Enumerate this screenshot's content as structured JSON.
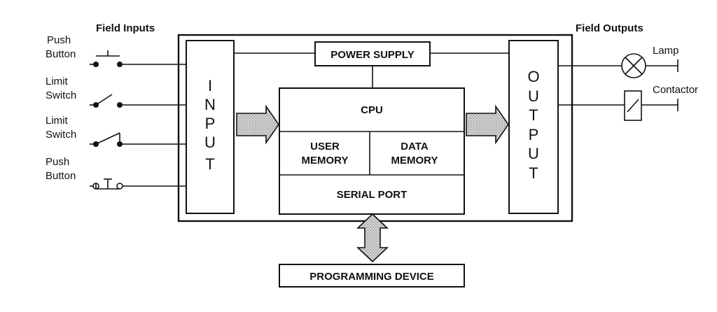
{
  "headers": {
    "field_inputs": "Field Inputs",
    "field_outputs": "Field Outputs"
  },
  "inputs": [
    {
      "line1": "Push",
      "line2": "Button",
      "icon": "push-button-no-icon"
    },
    {
      "line1": "Limit",
      "line2": "Switch",
      "icon": "limit-switch-open-icon"
    },
    {
      "line1": "Limit",
      "line2": "Switch",
      "icon": "limit-switch-closed-icon"
    },
    {
      "line1": "Push",
      "line2": "Button",
      "icon": "push-button-nc-icon"
    }
  ],
  "outputs": [
    {
      "label": "Lamp",
      "icon": "lamp-icon"
    },
    {
      "label": "Contactor",
      "icon": "contactor-coil-icon"
    }
  ],
  "modules": {
    "input_letters": [
      "I",
      "N",
      "P",
      "U",
      "T"
    ],
    "output_letters": [
      "O",
      "U",
      "T",
      "P",
      "U",
      "T"
    ],
    "power_supply": "POWER SUPPLY",
    "cpu": "CPU",
    "user_memory_1": "USER",
    "user_memory_2": "MEMORY",
    "data_memory_1": "DATA",
    "data_memory_2": "MEMORY",
    "serial_port": "SERIAL PORT",
    "programming_device": "PROGRAMMING DEVICE"
  },
  "colors": {
    "line": "#111111",
    "arrow_fill": "#cccccc",
    "background": "#ffffff"
  }
}
